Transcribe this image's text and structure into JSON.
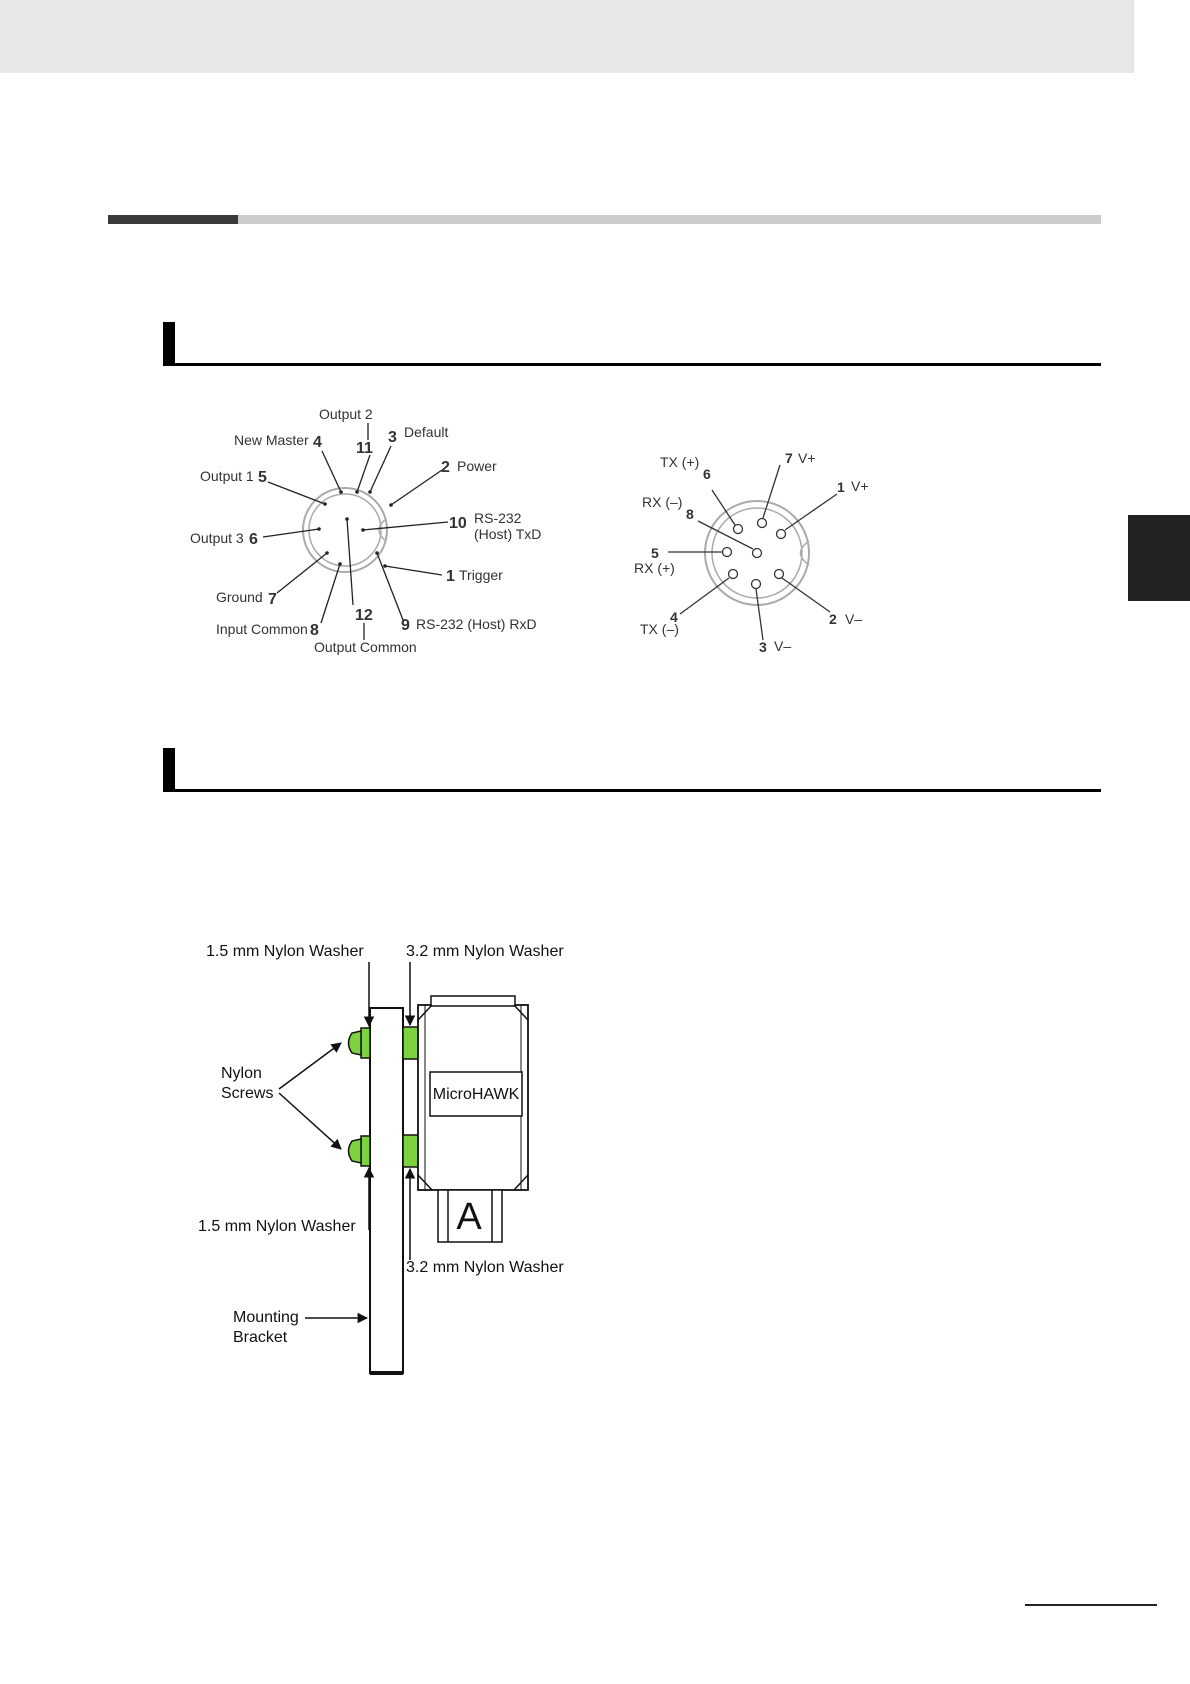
{
  "connector12": {
    "pins": [
      {
        "num": "1",
        "label": "Trigger"
      },
      {
        "num": "2",
        "label": "Power"
      },
      {
        "num": "3",
        "label": "Default"
      },
      {
        "num": "4",
        "label": "New Master"
      },
      {
        "num": "5",
        "label": "Output 1"
      },
      {
        "num": "6",
        "label": "Output 3"
      },
      {
        "num": "7",
        "label": "Ground"
      },
      {
        "num": "8",
        "label": "Input Common"
      },
      {
        "num": "9",
        "label": "RS-232 (Host) RxD"
      },
      {
        "num": "10",
        "label_line1": "RS-232",
        "label_line2": "(Host) TxD"
      },
      {
        "num": "11",
        "label": "Output 2"
      },
      {
        "num": "12",
        "label": "Output Common"
      }
    ]
  },
  "connector8": {
    "pins": [
      {
        "num": "1",
        "label": "V+"
      },
      {
        "num": "2",
        "label": "V–"
      },
      {
        "num": "3",
        "label": "V–"
      },
      {
        "num": "4",
        "label": "TX (–)"
      },
      {
        "num": "5",
        "label": "RX (+)"
      },
      {
        "num": "6",
        "label": "TX (+)"
      },
      {
        "num": "7",
        "label": "V+"
      },
      {
        "num": "8",
        "label": "RX (–)"
      }
    ]
  },
  "mounting": {
    "washer_top_left": "1.5 mm Nylon Washer",
    "washer_top_right": "3.2 mm Nylon Washer",
    "screws_line1": "Nylon",
    "screws_line2": "Screws",
    "device_label": "MicroHAWK",
    "connector_label": "A",
    "washer_bottom_left": "1.5 mm Nylon Washer",
    "washer_bottom_right": "3.2 mm Nylon Washer",
    "bracket_line1": "Mounting",
    "bracket_line2": "Bracket"
  },
  "colors": {
    "nylon_green": "#7dd33f",
    "top_band": "#e7e7e7"
  }
}
